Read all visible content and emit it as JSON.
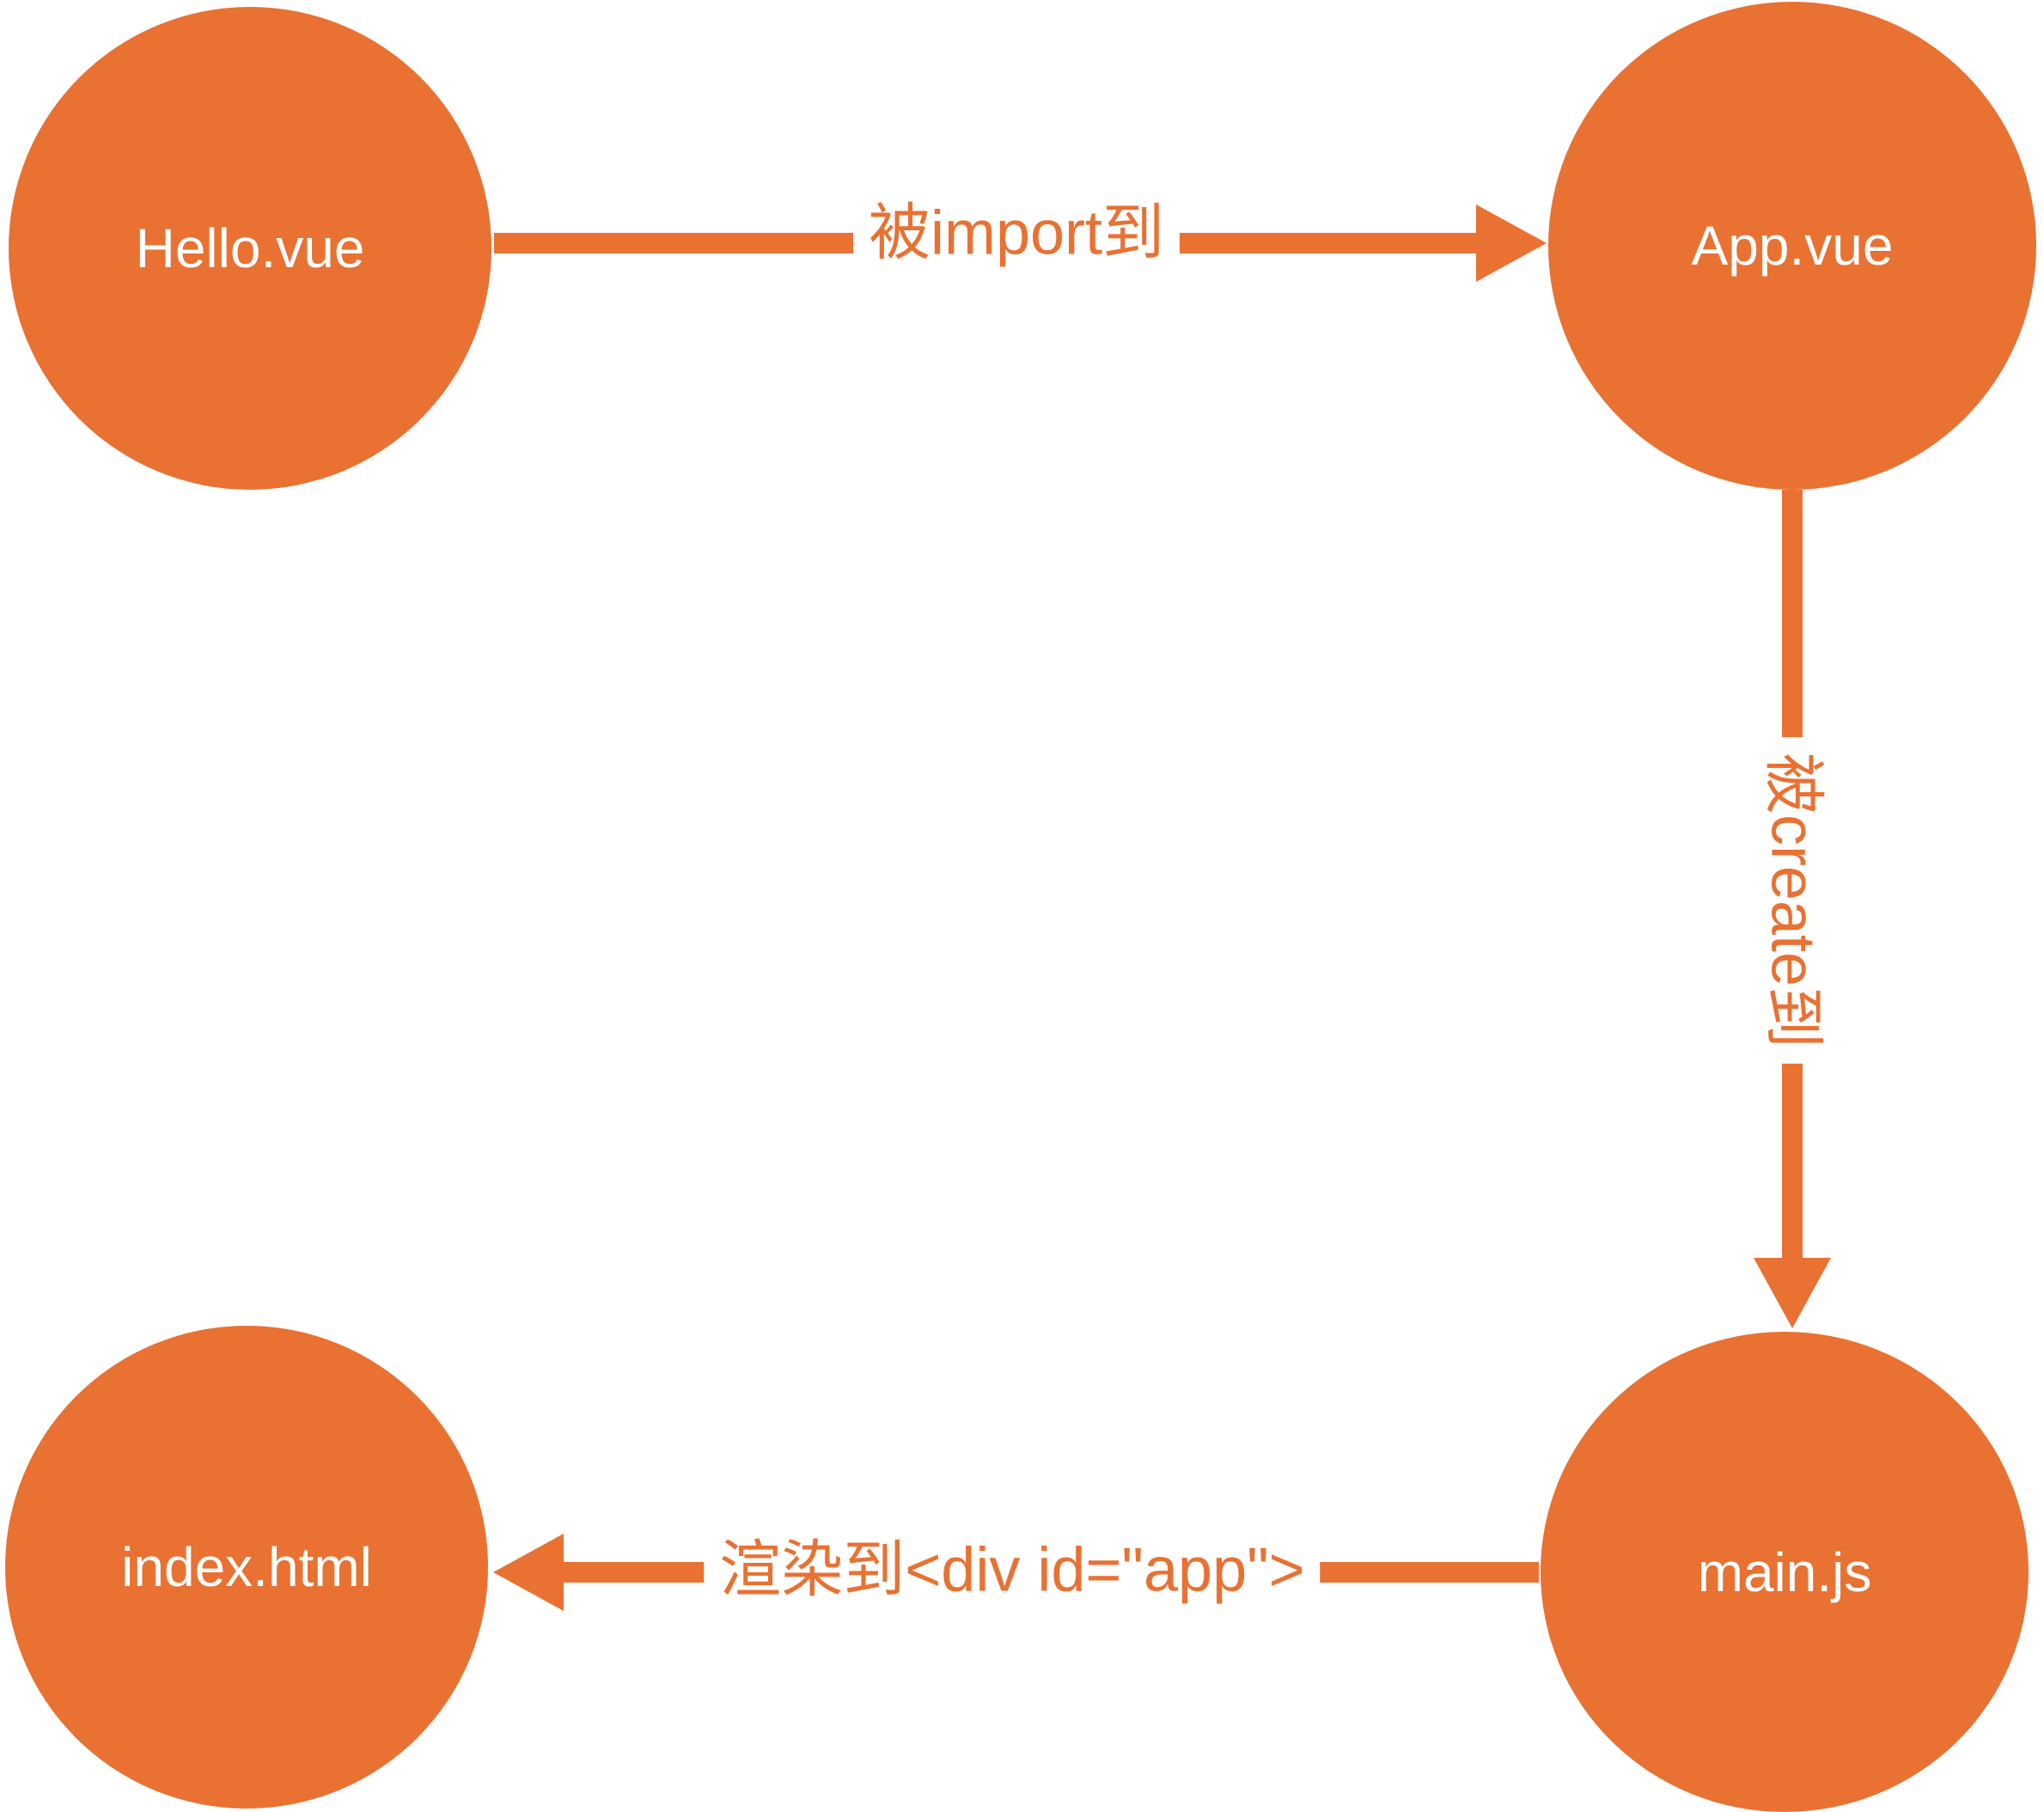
{
  "diagram": {
    "title": "Vue component flow diagram",
    "accent_color": "#E97132",
    "nodes": [
      {
        "id": "hello",
        "label": "Hello.vue"
      },
      {
        "id": "app",
        "label": "App.vue"
      },
      {
        "id": "main",
        "label": "main.js"
      },
      {
        "id": "index",
        "label": "index.html"
      }
    ],
    "edges": [
      {
        "from": "hello",
        "to": "app",
        "label": "被import到",
        "direction": "right"
      },
      {
        "from": "app",
        "to": "main",
        "label": "被create到",
        "direction": "down"
      },
      {
        "from": "main",
        "to": "index",
        "label": "渲染到<div id=\"app\">",
        "direction": "left"
      }
    ]
  }
}
